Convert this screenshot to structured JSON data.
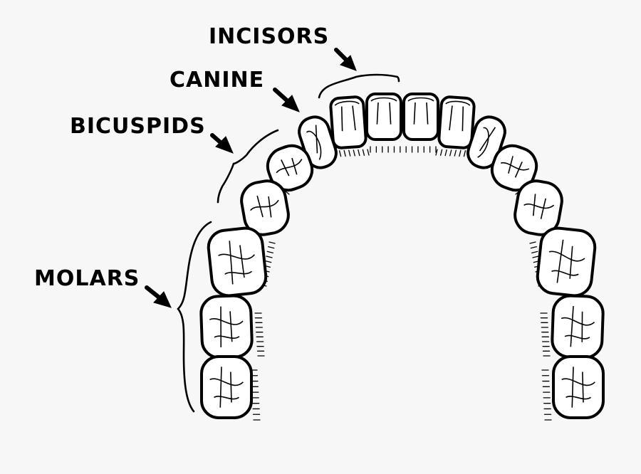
{
  "labels": {
    "incisors": "INCISORS",
    "canine": "CANINE",
    "bicuspids": "BICUSPIDS",
    "molars": "MOLARS"
  },
  "colors": {
    "background": "#f7f7f7",
    "ink": "#000000",
    "tooth_fill": "#ffffff"
  }
}
